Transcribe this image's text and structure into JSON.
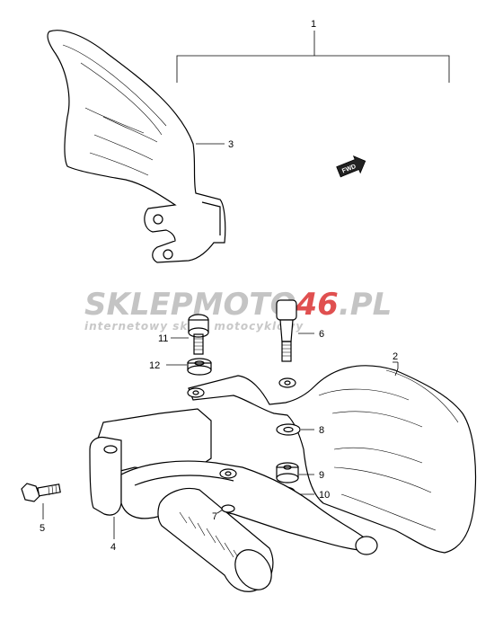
{
  "callouts": [
    {
      "id": "1",
      "label": "1"
    },
    {
      "id": "2",
      "label": "2"
    },
    {
      "id": "3",
      "label": "3"
    },
    {
      "id": "4",
      "label": "4"
    },
    {
      "id": "5",
      "label": "5"
    },
    {
      "id": "6",
      "label": "6"
    },
    {
      "id": "7",
      "label": "7"
    },
    {
      "id": "8",
      "label": "8"
    },
    {
      "id": "9",
      "label": "9"
    },
    {
      "id": "10",
      "label": "10"
    },
    {
      "id": "11",
      "label": "11"
    },
    {
      "id": "12",
      "label": "12"
    }
  ],
  "fwd_arrow": {
    "label": "FWD"
  },
  "watermark": {
    "brand_part1": "SKLEP",
    "brand_part2": "MOTO",
    "brand_part3": "46",
    "brand_part4": ".PL",
    "tagline": "internetowy sklep motocyklowy",
    "colors": {
      "gray": "#c4c4c4",
      "red": "#e05050"
    }
  }
}
